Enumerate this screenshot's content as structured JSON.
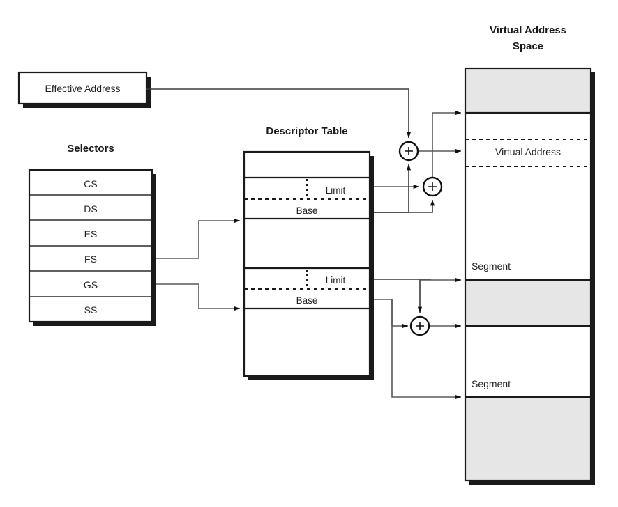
{
  "diagram": {
    "title_vas": "Virtual Address\nSpace",
    "vas_title_line1": "Virtual Address",
    "vas_title_line2": "Space",
    "effective_address": {
      "label": "Effective Address"
    },
    "selectors": {
      "heading": "Selectors",
      "rows": [
        {
          "label": "CS"
        },
        {
          "label": "DS"
        },
        {
          "label": "ES"
        },
        {
          "label": "FS"
        },
        {
          "label": "GS"
        },
        {
          "label": "SS"
        }
      ]
    },
    "descriptor_table": {
      "heading": "Descriptor Table",
      "entries": [
        {
          "limit_label": "Limit",
          "base_label": "Base"
        },
        {
          "limit_label": "Limit",
          "base_label": "Base"
        }
      ]
    },
    "virtual_address_space": {
      "virtual_address_label": "Virtual Address",
      "segment_labels": [
        "Segment",
        "Segment"
      ]
    },
    "adders": [
      {
        "symbol": "+",
        "name": "adder-effective-plus-base"
      },
      {
        "symbol": "+",
        "name": "adder-limit-plus-base"
      },
      {
        "symbol": "+",
        "name": "adder-limit-plus-base-2"
      }
    ],
    "colors": {
      "outline": "#1a1a1a",
      "gray_band": "#e6e6e6",
      "connector": "#5a5a5a",
      "background": "#ffffff"
    }
  }
}
